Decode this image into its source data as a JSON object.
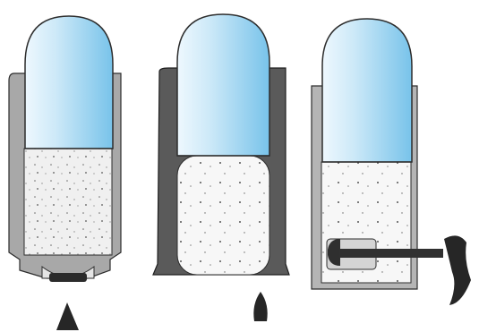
{
  "figure": {
    "panels": [
      {
        "id": "left",
        "type": "rimfire-style cartridge cross-section",
        "projectile_color": "#9fd3ef",
        "case_color": "#a9a9a9",
        "powder_fill": "#efefef"
      },
      {
        "id": "middle",
        "type": "flat-base cartridge cross-section",
        "projectile_color": "#9fd3ef",
        "case_color": "#555555",
        "powder_fill": "#f5f5f5"
      },
      {
        "id": "right",
        "type": "pinfire cartridge cross-section",
        "projectile_color": "#9fd3ef",
        "case_color": "#b0b0b0",
        "powder_fill": "#f7f7f7"
      }
    ],
    "colors": {
      "projectile_light": "#e9f6fd",
      "projectile_dark": "#78c3ea",
      "outline": "#2d2d2d",
      "dark_metal": "#303030"
    }
  }
}
